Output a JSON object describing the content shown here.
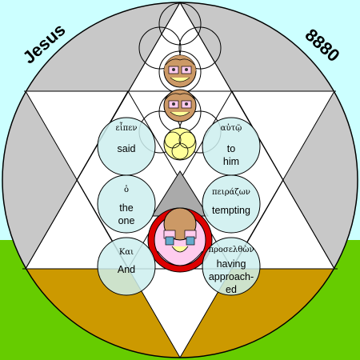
{
  "corner_labels": {
    "name": "Jesus",
    "number": "8880"
  },
  "words": [
    {
      "greek": "εἶπεν",
      "english": [
        "said"
      ]
    },
    {
      "greek": "αὐτῷ",
      "english": [
        "to",
        "him"
      ]
    },
    {
      "greek": "ὁ",
      "english": [
        "the",
        "one"
      ]
    },
    {
      "greek": "πειράζων",
      "english": [
        "tempting"
      ]
    },
    {
      "greek": "Και",
      "english": [
        "And"
      ]
    },
    {
      "greek": "προσελθὼν",
      "english": [
        "having",
        "approach-",
        "ed"
      ]
    }
  ],
  "colors": {
    "sky": "#ccffff",
    "grass": "#66cc00",
    "earth": "#cc9900",
    "gray": "#c8c8c8",
    "word_circle": "#cdeeee",
    "yellow": "#ffff99",
    "red": "#dd0000",
    "pink": "#ffccee",
    "skin": "#cc9966"
  },
  "icons": [
    "face-icon",
    "face-icon",
    "yellow-trefoil-icon",
    "red-heart-ring-icon"
  ]
}
